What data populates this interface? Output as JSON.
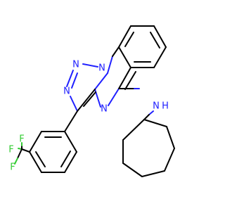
{
  "molecule": {
    "colors": {
      "bond": "#000000",
      "nitrogen": "#2020ff",
      "fluorine": "#33cc33",
      "background": "#ffffff"
    },
    "atoms": {
      "n_triazole_1": "N",
      "n_triazole_2": "N",
      "n_triazole_3": "N",
      "n_quinazoline": "N",
      "n_amine": "N",
      "h_amine": "H",
      "f_1": "F",
      "f_2": "F",
      "f_3": "F"
    }
  }
}
